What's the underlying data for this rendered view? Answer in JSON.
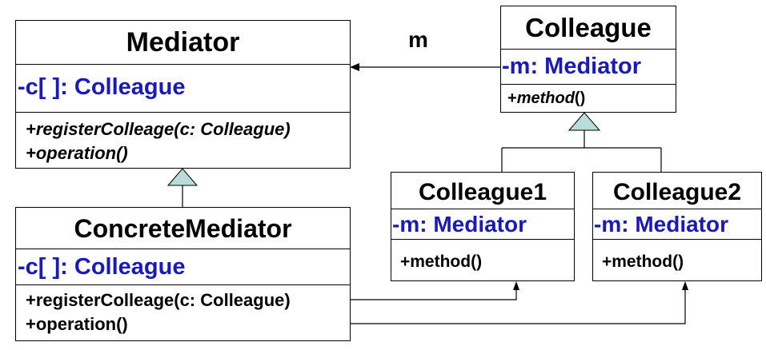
{
  "mediator": {
    "name": "Mediator",
    "attribute": "-c[ ]: Colleague",
    "methods": [
      "+registerColleage(c: Colleague)",
      "+operation()"
    ]
  },
  "concrete_mediator": {
    "name": "ConcreteMediator",
    "attribute": "-c[ ]: Colleague",
    "methods": [
      "+registerColleage(c: Colleague)",
      "+operation()"
    ]
  },
  "colleague": {
    "name": "Colleague",
    "attribute": "-m: Mediator",
    "method_prefix": "+",
    "method_name": "method",
    "method_suffix": "()"
  },
  "colleague1": {
    "name": "Colleague1",
    "attribute": "-m: Mediator",
    "method": "+method()"
  },
  "colleague2": {
    "name": "Colleague2",
    "attribute": "-m: Mediator",
    "method": "+method()"
  },
  "association_label": "m",
  "colors": {
    "attribute_text": "#1a1ab4",
    "generalization_fill": "#b9dcd9"
  }
}
